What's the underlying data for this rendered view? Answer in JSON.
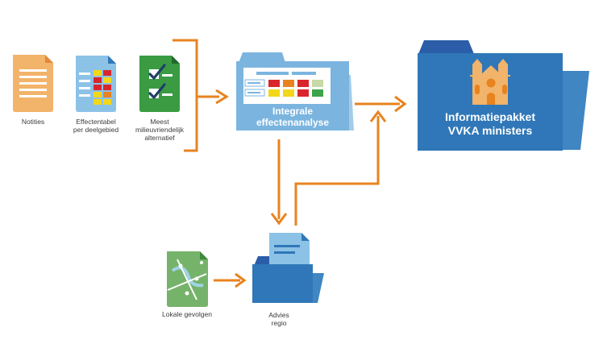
{
  "nodes": {
    "notities": {
      "label": "Notities"
    },
    "effectentabel": {
      "label_line1": "Effectentabel",
      "label_line2": "per deelgebied"
    },
    "meest": {
      "label_line1": "Meest",
      "label_line2": "milieuvriendelijk",
      "label_line3": "alternatief"
    },
    "integrale": {
      "label_line1": "Integrale",
      "label_line2": "effectenanalyse"
    },
    "informatiepakket": {
      "label_line1": "Informatiepakket",
      "label_line2": "VVKA ministers"
    },
    "lokale": {
      "label": "Lokale gevolgen"
    },
    "advies": {
      "label_line1": "Advies",
      "label_line2": "regio"
    }
  },
  "colors": {
    "arrow": "#e8831f",
    "folder_light": "#7bb5df",
    "folder_dark": "#2f77b8",
    "doc_green": "#3a9b43",
    "doc_orange": "#f2b36a",
    "cell_red": "#d9262c",
    "cell_yellow": "#f2d71a",
    "cell_green": "#3fa34a",
    "cell_orange": "#e8831f"
  }
}
